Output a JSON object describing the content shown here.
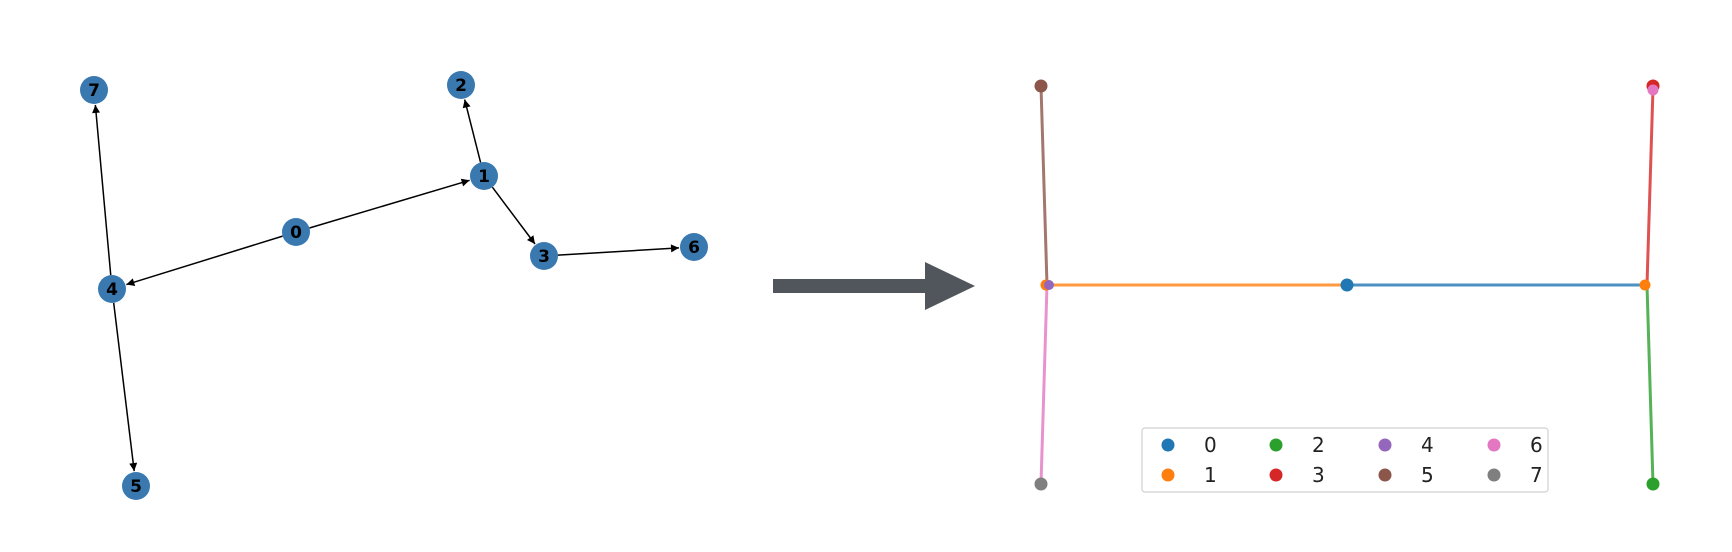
{
  "graph": {
    "nodes": [
      "0",
      "1",
      "2",
      "3",
      "4",
      "5",
      "6",
      "7"
    ],
    "edges": [
      [
        "0",
        "1"
      ],
      [
        "0",
        "4"
      ],
      [
        "1",
        "2"
      ],
      [
        "1",
        "3"
      ],
      [
        "3",
        "6"
      ],
      [
        "4",
        "7"
      ],
      [
        "4",
        "5"
      ]
    ],
    "node_color": "#3a78b0"
  },
  "tree": {
    "legend": [
      "0",
      "1",
      "2",
      "3",
      "4",
      "5",
      "6",
      "7"
    ],
    "colors": {
      "0": "#1f77b4",
      "1": "#ff7f0e",
      "2": "#2ca02c",
      "3": "#d62728",
      "4": "#9467bd",
      "5": "#8c564b",
      "6": "#e377c2",
      "7": "#7f7f7f"
    },
    "branches": [
      {
        "from": "0",
        "to": "1",
        "color_of": "1"
      },
      {
        "from": "0",
        "to": "3",
        "color_of": "0"
      },
      {
        "from": "1",
        "to": "5",
        "color_of": "5"
      },
      {
        "from": "1",
        "to": "7",
        "color_of": "6"
      },
      {
        "from": "3",
        "to": "6",
        "color_of": "3"
      },
      {
        "from": "3",
        "to": "2",
        "color_of": "2"
      }
    ]
  },
  "arrow_color": "#50565c"
}
